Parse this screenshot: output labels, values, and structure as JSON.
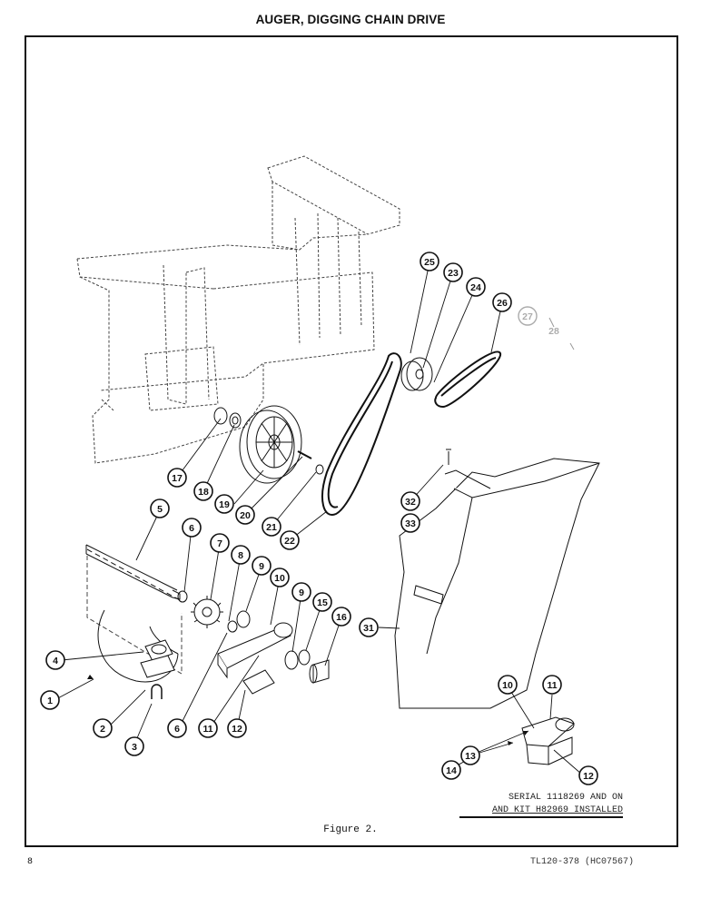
{
  "header": {
    "title": "AUGER, DIGGING CHAIN DRIVE"
  },
  "figure": {
    "caption": "Figure 2.",
    "note_line1": "SERIAL 1118269 AND ON",
    "note_line2": "AND KIT H82969 INSTALLED",
    "callouts": {
      "c1": "1",
      "c2": "2",
      "c3": "3",
      "c4": "4",
      "c5": "5",
      "c6a": "6",
      "c6b": "6",
      "c7": "7",
      "c8": "8",
      "c9a": "9",
      "c9b": "9",
      "c10a": "10",
      "c10b": "10",
      "c11a": "11",
      "c11b": "11",
      "c12a": "12",
      "c12b": "12",
      "c13": "13",
      "c14": "14",
      "c15": "15",
      "c16": "16",
      "c17": "17",
      "c18": "18",
      "c19": "19",
      "c20": "20",
      "c21": "21",
      "c22": "22",
      "c23": "23",
      "c24": "24",
      "c25": "25",
      "c26": "26",
      "c27": "27",
      "c28": "28",
      "c31": "31",
      "c32": "32",
      "c33": "33"
    }
  },
  "footer": {
    "page_number": "8",
    "doc_ref": "TL120-378 (HC07567)"
  }
}
